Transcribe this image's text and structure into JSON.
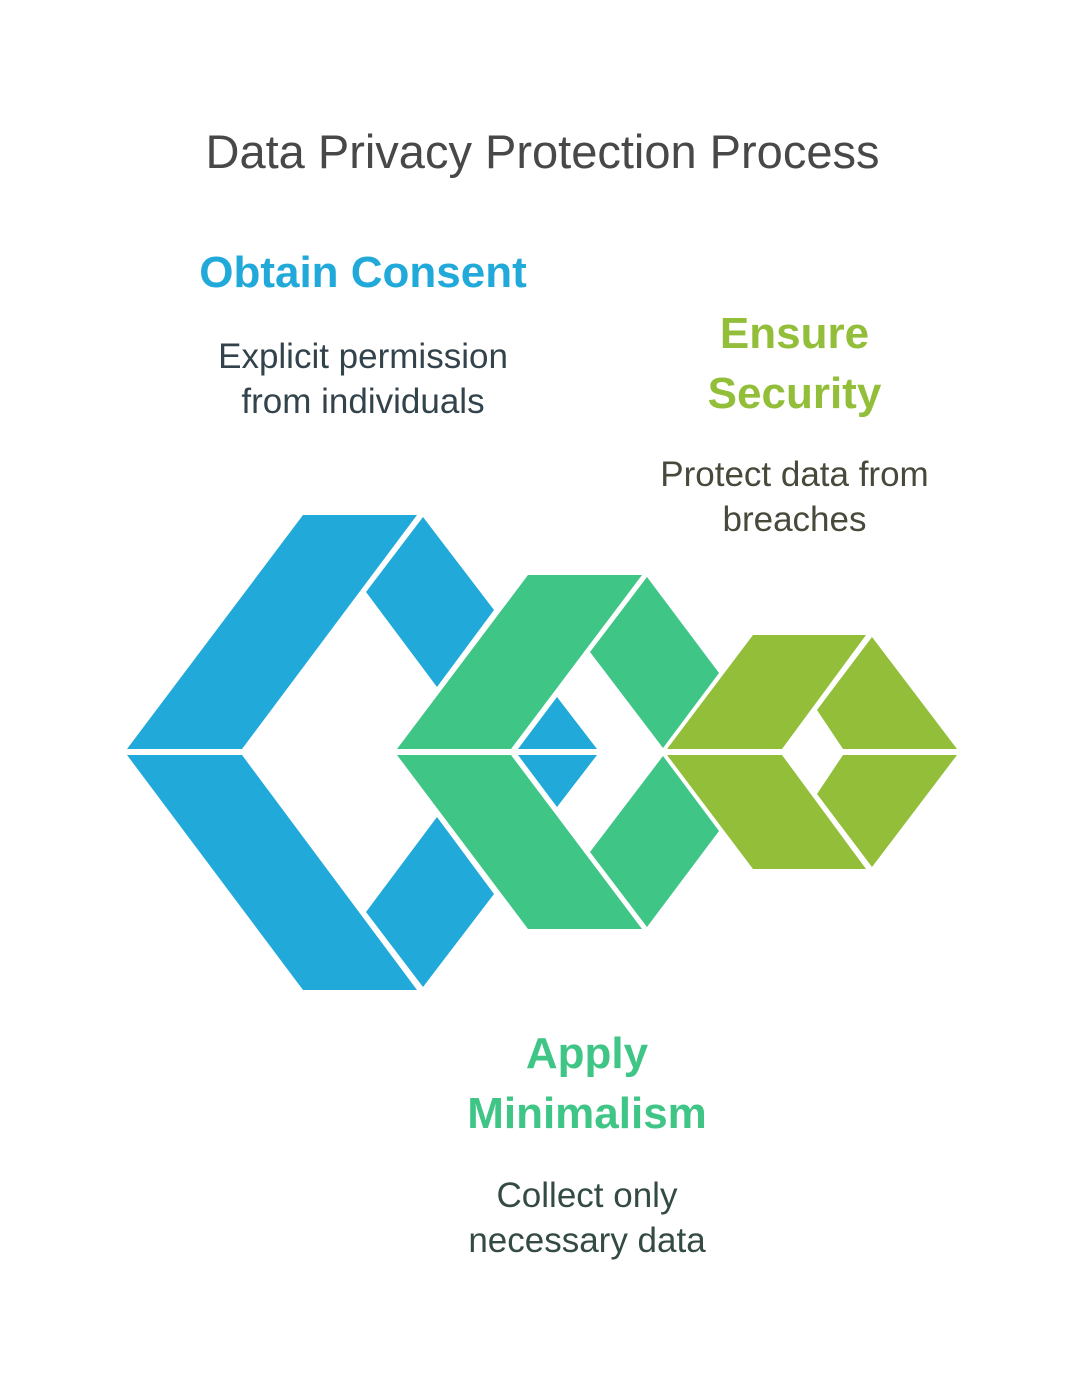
{
  "title": "Data Privacy Protection Process",
  "colors": {
    "blue": "#21A9DA",
    "green": "#3FC586",
    "olive": "#92BE3A",
    "title_text": "#484848",
    "background": "#FFFFFF"
  },
  "steps": [
    {
      "heading": "Obtain Consent",
      "description_lines": [
        "Explicit permission",
        "from individuals"
      ],
      "color": "#21A9DA",
      "shape": "large-blue-chevron-hexagon"
    },
    {
      "heading_lines": [
        "Ensure",
        "Security"
      ],
      "description_lines": [
        "Protect data from",
        "breaches"
      ],
      "color": "#92BE3A",
      "shape": "small-olive-chevron-hexagon"
    },
    {
      "heading_lines": [
        "Apply",
        "Minimalism"
      ],
      "description_lines": [
        "Collect only",
        "necessary data"
      ],
      "color": "#3FC586",
      "shape": "medium-green-chevron-hexagon"
    }
  ]
}
